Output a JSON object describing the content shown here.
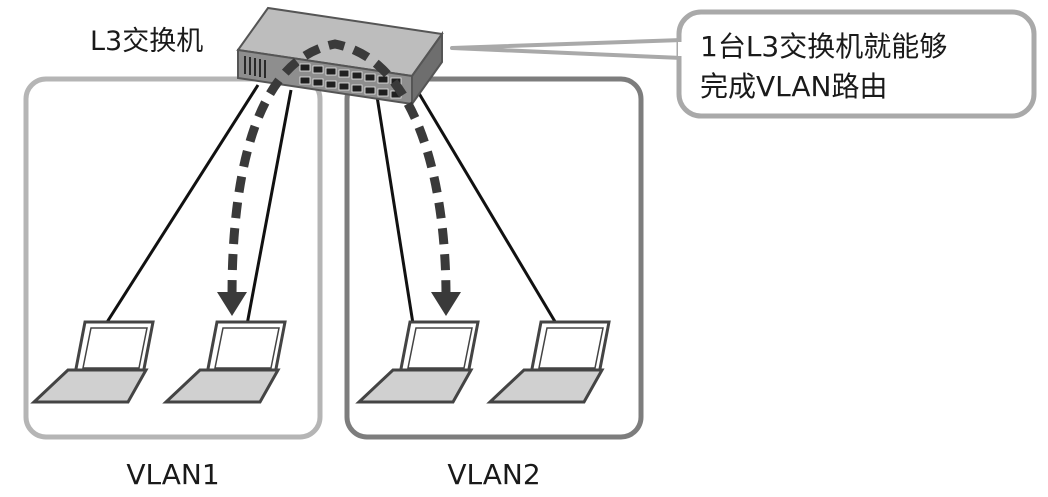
{
  "switch": {
    "label": "L3交换机"
  },
  "callout": {
    "line1": "1台L3交换机就能够",
    "line2": "完成VLAN路由"
  },
  "vlans": [
    {
      "label": "VLAN1"
    },
    {
      "label": "VLAN2"
    }
  ],
  "colors": {
    "vlan1_border": "#b5b5b5",
    "vlan2_border": "#7d7d7d",
    "callout_border": "#a9a9a9",
    "arrow": "#3a3a3a",
    "cable": "#111111",
    "switch_top": "#b9b9b9",
    "switch_front": "#8c8c8c"
  }
}
